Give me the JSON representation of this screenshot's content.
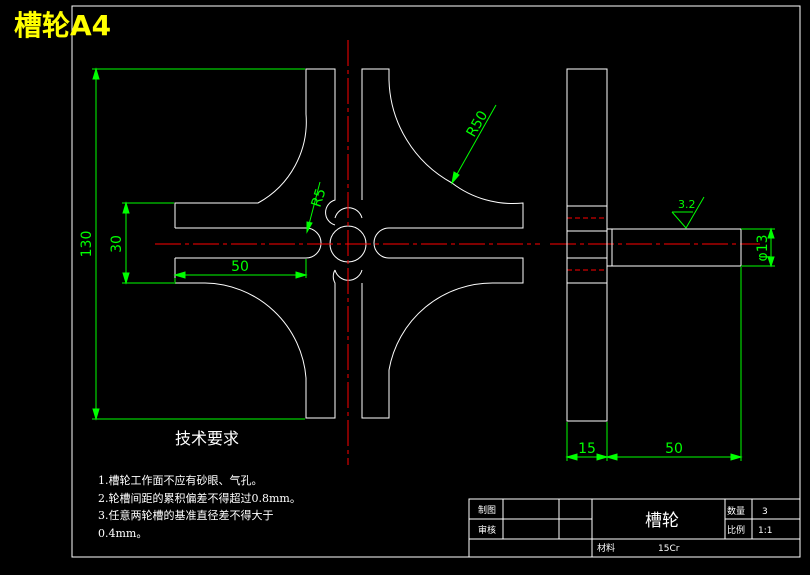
{
  "title_tag": "槽轮A4",
  "dimensions": {
    "d130": "130",
    "d30": "30",
    "d50_front": "50",
    "r5": "R5",
    "r50": "R50",
    "roughness": "3.2",
    "phi13": "φ13",
    "d15": "15",
    "d50_side": "50"
  },
  "tech_requirements": {
    "title": "技术要求",
    "items": [
      "1.槽轮工作面不应有砂眼、气孔。",
      "2.轮槽间距的累积偏差不得超过0.8mm。",
      "3.任意两轮槽的基准直径差不得大于",
      "0.4mm。"
    ]
  },
  "title_block": {
    "drawn_label": "制图",
    "checked_label": "审核",
    "part_name": "槽轮",
    "qty_label": "数量",
    "qty_value": "3",
    "scale_label": "比例",
    "scale_value": "1:1",
    "material_label": "材料",
    "material_value": "15Cr"
  },
  "colors": {
    "outline": "#ffffff",
    "dimension": "#00ff00",
    "centerline": "#ff0000",
    "title": "#ffff00",
    "background": "#000000"
  }
}
